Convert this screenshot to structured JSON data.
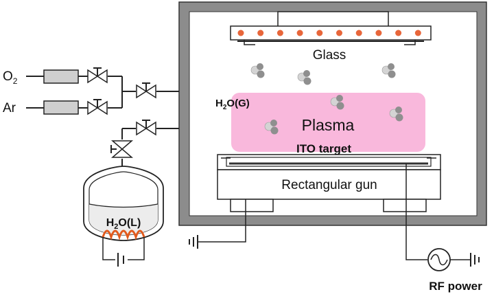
{
  "labels": {
    "o2": "O",
    "o2_sub": "2",
    "ar": "Ar",
    "glass": "Glass",
    "h2o_gas_pre": "H",
    "h2o_gas_sub": "2",
    "h2o_gas_post": "O(G)",
    "plasma": "Plasma",
    "ito_target": "ITO target",
    "rect_gun": "Rectangular gun",
    "h2o_liq_pre": "H",
    "h2o_liq_sub": "2",
    "h2o_liq_post": "O(L)",
    "rf_power": "RF power"
  },
  "colors": {
    "chamber_wall": "#8c8c8c",
    "plasma": "#f9b8dc",
    "heater_dot": "#e8663a",
    "heater_coil": "#e25a1c",
    "mfc_fill": "#cfcfcf",
    "molecule_light": "#d4d4d4",
    "molecule_dark": "#8f8f8f"
  }
}
